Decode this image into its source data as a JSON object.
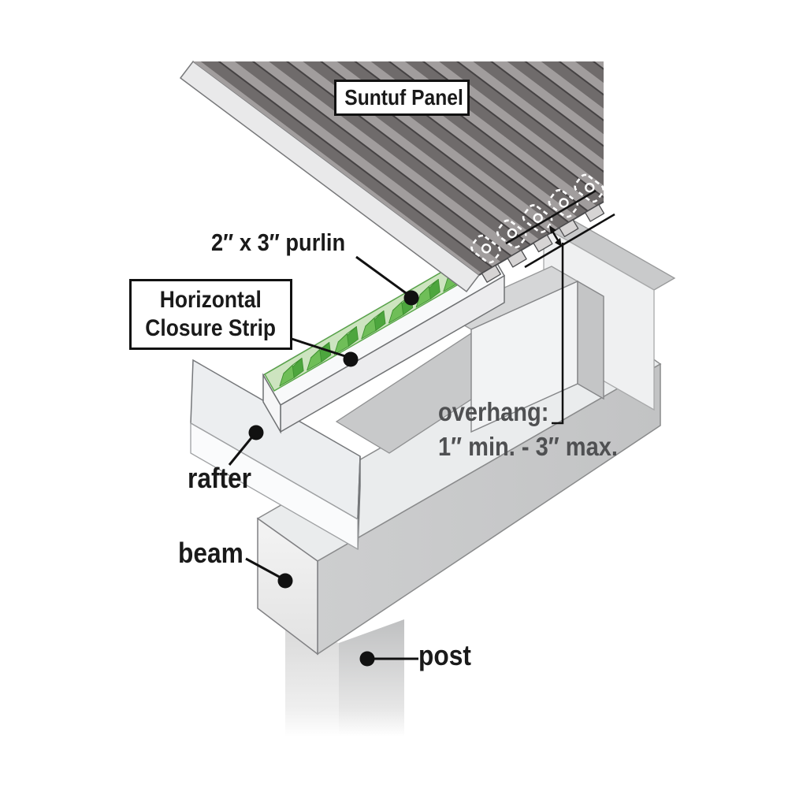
{
  "diagram": {
    "title": "Suntuf Panel installation diagram",
    "labels": {
      "panel": "Suntuf Panel",
      "purlin": "2″ x 3″ purlin",
      "closure_line1": "Horizontal",
      "closure_line2": "Closure Strip",
      "overhang_line1": "overhang:",
      "overhang_line2": "1″ min. - 3″ max.",
      "rafter": "rafter",
      "beam": "beam",
      "post": "post"
    },
    "colors": {
      "panel_stripe_dark": "#6f6b6b",
      "panel_stripe_light": "#a19d9d",
      "panel_groove": "#454243",
      "panel_edge_band": "#e9e9ea",
      "eave_tooth": "#d6d4d4",
      "fastener_dash": "#ffffff",
      "closure_green_front": "#6fbe58",
      "closure_green_top": "#d8e9cb",
      "closure_green_side": "#4da63e",
      "closure_green_base": "#cde4c0",
      "closure_outline": "#3e9230",
      "wood_light": "#f2f3f4",
      "wood_mid": "#c8c9ca",
      "outline": "#6f7173",
      "label_text": "#1a1a1a",
      "overhang_text": "#4f5052",
      "leader": "#111111"
    }
  }
}
